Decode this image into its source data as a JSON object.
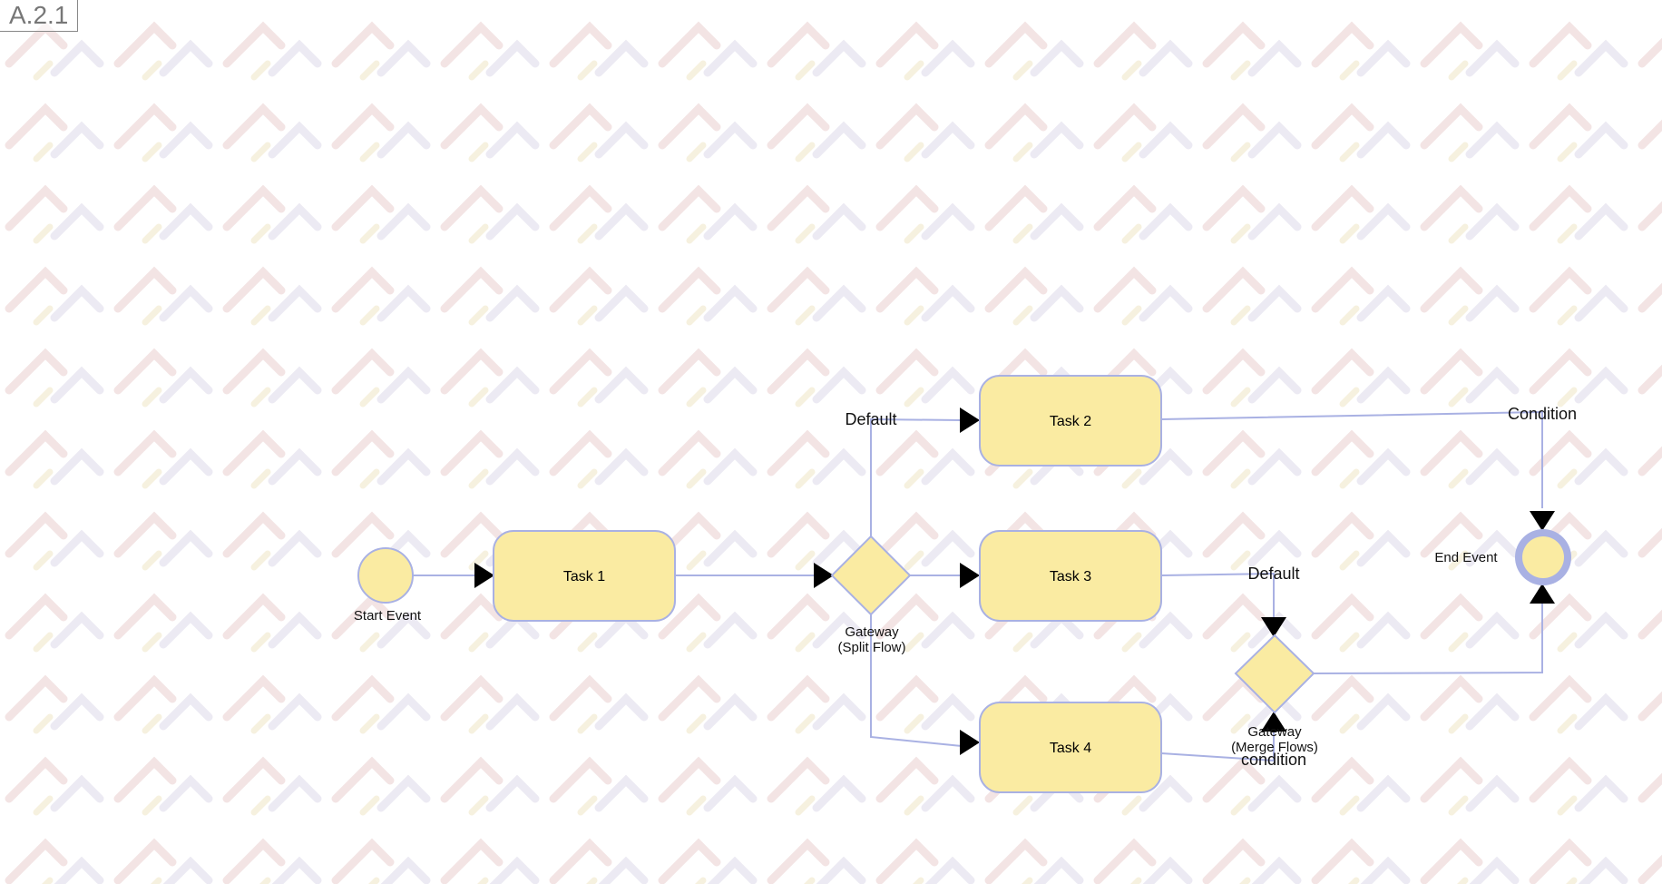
{
  "page_id": "A.2.1",
  "colors": {
    "node_fill": "#faeba2",
    "node_stroke": "#a9b1e3",
    "edge_stroke": "#a9b1e3",
    "end_ring": "#a9b1e3",
    "arrow": "#000000"
  },
  "nodes": {
    "start_event": {
      "label": "Start Event"
    },
    "task1": {
      "label": "Task 1"
    },
    "task2": {
      "label": "Task 2"
    },
    "task3": {
      "label": "Task 3"
    },
    "task4": {
      "label": "Task 4"
    },
    "split_gateway": {
      "label_line1": "Gateway",
      "label_line2": "(Split Flow)"
    },
    "merge_gateway": {
      "label_line1": "Gateway",
      "label_line2": "(Merge Flows)"
    },
    "end_event": {
      "label": "End Event"
    }
  },
  "flows": {
    "split_to_task2": {
      "label": "Default"
    },
    "task2_to_end": {
      "label": "Condition"
    },
    "task3_to_merge": {
      "label": "Default"
    },
    "task4_to_merge": {
      "label": "condition"
    }
  }
}
